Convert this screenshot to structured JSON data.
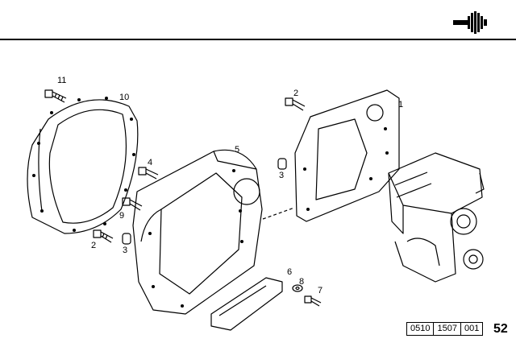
{
  "document": {
    "code_part_1": "0510",
    "code_part_2": "1507",
    "code_part_3": "001",
    "page_number": "52"
  },
  "icons": {
    "logo": "engine-logo-icon"
  },
  "callouts": [
    "11",
    "10",
    "2",
    "1",
    "5",
    "4",
    "3",
    "9",
    "2",
    "3",
    "6",
    "8",
    "7"
  ]
}
